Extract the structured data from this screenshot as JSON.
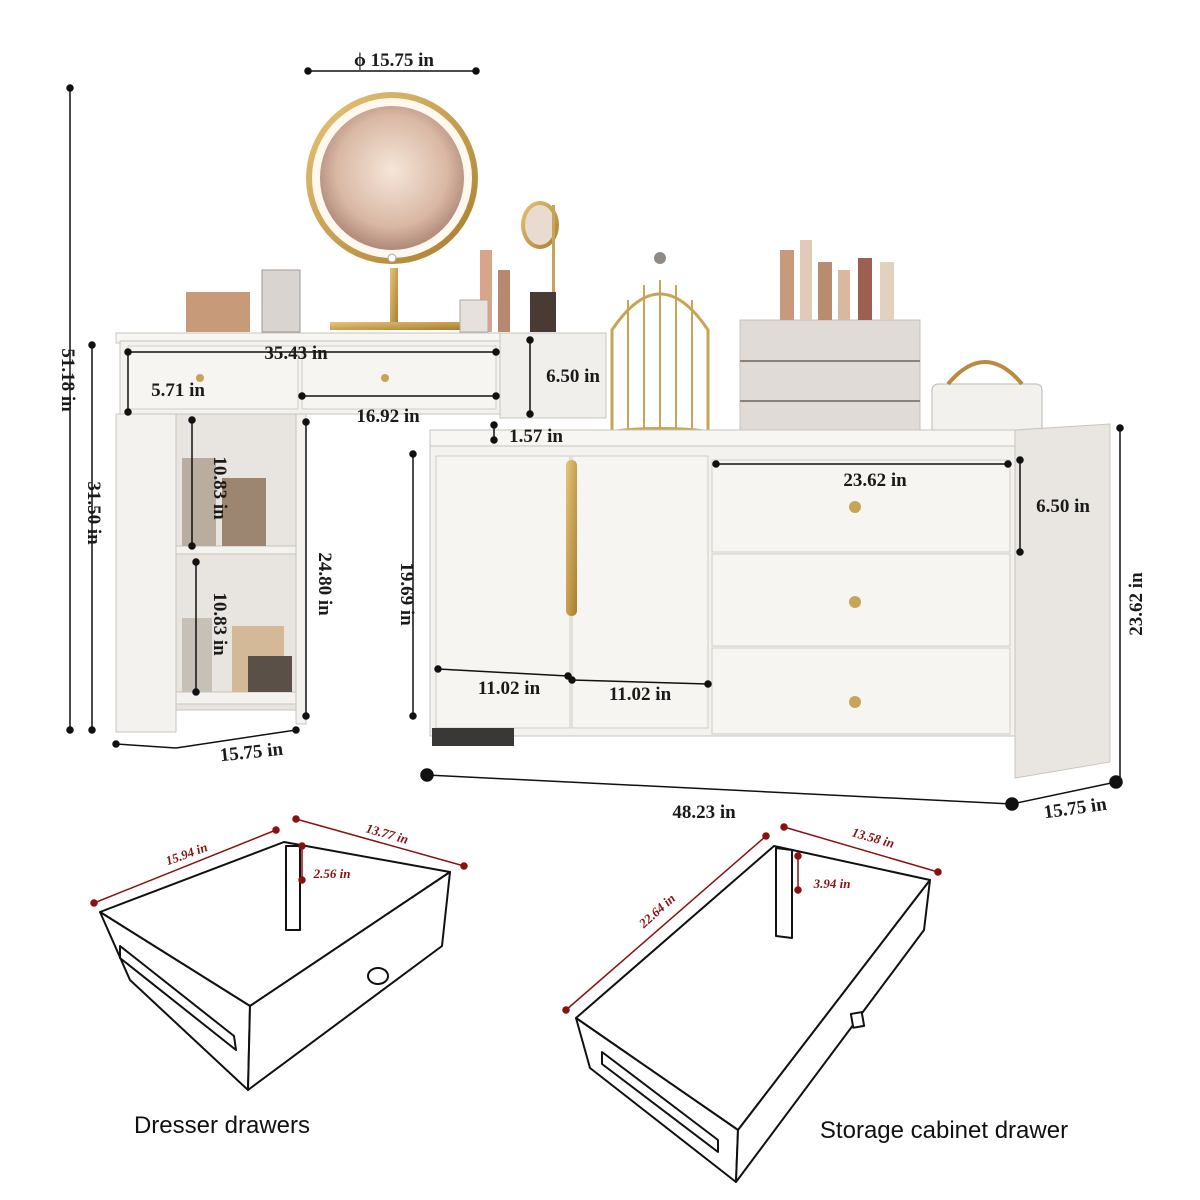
{
  "dimensions": {
    "mirror_diameter": "ϕ 15.75 in",
    "total_height": "51.18 in",
    "vanity_height": "31.50 in",
    "vanity_top_width": "35.43 in",
    "vanity_drawer_height": "5.71 in",
    "vanity_drawer_width": "16.92 in",
    "side_box_height": "6.50 in",
    "gap": "1.57 in",
    "shelf_height_top": "10.83 in",
    "shelf_height_bottom": "10.83 in",
    "shelf_unit_height": "24.80 in",
    "vanity_depth": "15.75 in",
    "cabinet_door_height": "19.69 in",
    "door_width_left": "11.02 in",
    "door_width_right": "11.02 in",
    "dresser_drawer_width": "23.62 in",
    "dresser_drawer_height": "6.50 in",
    "dresser_height": "23.62 in",
    "dresser_width": "48.23 in",
    "dresser_depth": "15.75 in"
  },
  "dresser_drawer_detail": {
    "length": "15.94 in",
    "width": "13.77 in",
    "depth": "2.56 in",
    "caption": "Dresser drawers"
  },
  "storage_drawer_detail": {
    "length": "22.64 in",
    "width": "13.58 in",
    "depth": "3.94 in",
    "caption": "Storage cabinet drawer"
  },
  "colors": {
    "furniture": "#f4f2ef",
    "outline": "#c9c4bd",
    "gold": "#c8a456",
    "dimension_line": "#111111",
    "detail_red": "#8b1010"
  }
}
